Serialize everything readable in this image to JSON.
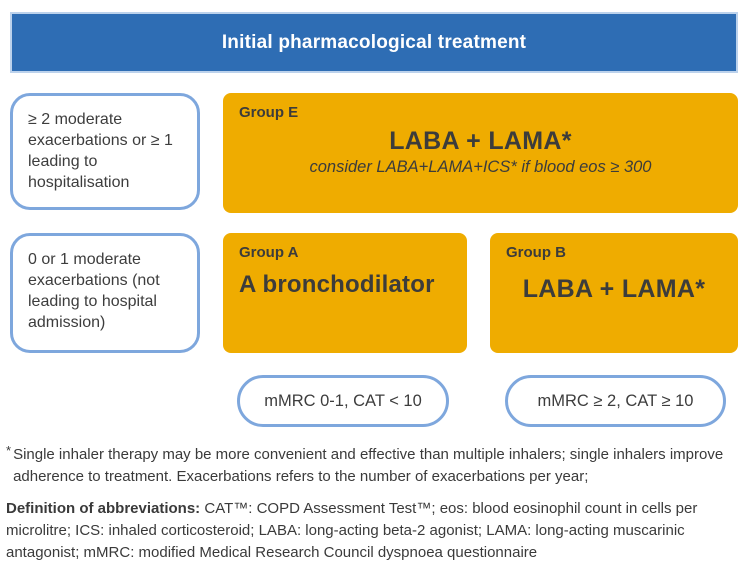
{
  "header": {
    "title": "Initial pharmacological treatment"
  },
  "criteria": {
    "high": "≥ 2 moderate exacerbations or ≥ 1 leading to hospitalisation",
    "low": "0 or 1 moderate exacerbations (not leading to hospital admission)"
  },
  "groups": {
    "e": {
      "label": "Group E",
      "treatment": "LABA + LAMA*",
      "note": "consider LABA+LAMA+ICS* if blood eos ≥ 300"
    },
    "a": {
      "label": "Group A",
      "treatment": "A bronchodilator"
    },
    "b": {
      "label": "Group B",
      "treatment": "LABA + LAMA*"
    }
  },
  "assessment": {
    "pill_a": "mMRC 0-1, CAT < 10",
    "pill_b": "mMRC ≥ 2, CAT ≥ 10"
  },
  "footnote": {
    "marker": "*",
    "text": "Single inhaler therapy may be more convenient and effective than multiple inhalers; single inhalers improve adherence to treatment. Exacerbations refers to the number of exacerbations per year;"
  },
  "definitions": {
    "label": "Definition of abbreviations:",
    "text": " CAT™: COPD Assessment Test™; eos: blood eosinophil count in cells per microlitre; ICS: inhaled corticosteroid; LABA: long-acting beta-2 agonist; LAMA: long-acting muscarinic antagonist; mMRC: modified Medical Research Council dyspnoea questionnaire"
  },
  "colors": {
    "header_bg": "#2E6DB4",
    "header_border": "#BCD2EC",
    "group_bg": "#EFAC00",
    "outline_blue": "#7EA7DD",
    "text_dark": "#3A3A3A"
  }
}
